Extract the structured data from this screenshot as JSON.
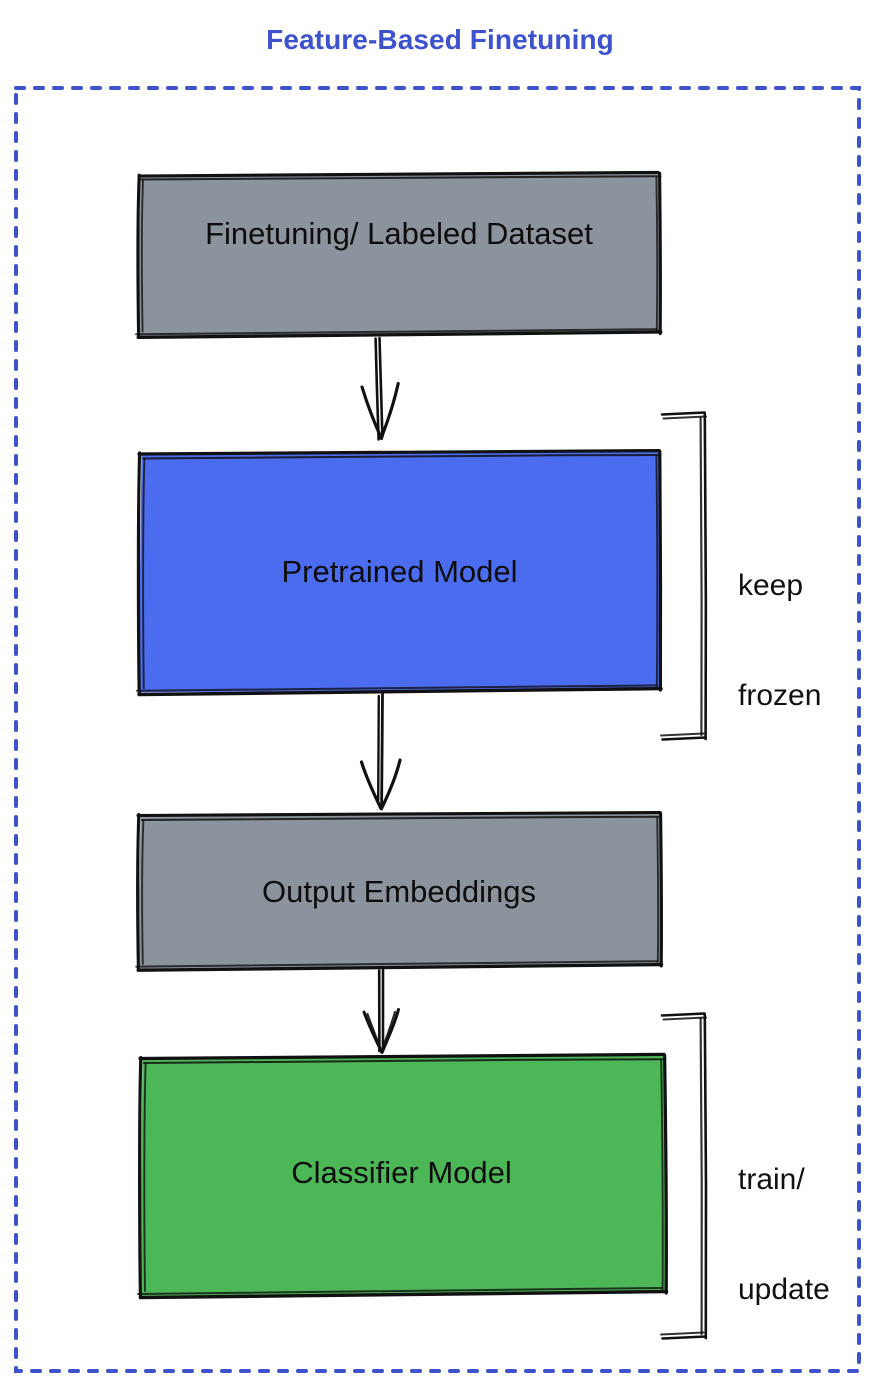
{
  "diagram": {
    "title": "Feature-Based Finetuning",
    "type": "flowchart",
    "style": "hand-drawn",
    "colors": {
      "title": "#3d52cc",
      "container_border": "#3d52cc",
      "gray_fill": "#8b939c",
      "blue_fill": "#4c6cf0",
      "green_fill": "#4cb757",
      "stroke": "#111111",
      "background": "#ffffff"
    },
    "container": {
      "name": "dashed-container",
      "border_style": "dashed"
    },
    "nodes": [
      {
        "id": "dataset",
        "label": "Finetuning/ Labeled Dataset",
        "fill": "gray"
      },
      {
        "id": "pretrained",
        "label": "Pretrained Model",
        "fill": "blue"
      },
      {
        "id": "embeddings",
        "label": "Output Embeddings",
        "fill": "gray"
      },
      {
        "id": "classifier",
        "label": "Classifier Model",
        "fill": "green"
      }
    ],
    "edges": [
      {
        "from": "dataset",
        "to": "pretrained",
        "kind": "arrow-down"
      },
      {
        "from": "pretrained",
        "to": "embeddings",
        "kind": "arrow-down"
      },
      {
        "from": "embeddings",
        "to": "classifier",
        "kind": "arrow-down"
      }
    ],
    "annotations": [
      {
        "id": "keep-frozen",
        "label": "keep\nfrozen",
        "line1": "keep",
        "line2": "frozen",
        "targets": [
          "pretrained"
        ]
      },
      {
        "id": "train-update",
        "label": "train/\nupdate",
        "line1": "train/",
        "line2": "update",
        "targets": [
          "classifier"
        ]
      }
    ]
  }
}
